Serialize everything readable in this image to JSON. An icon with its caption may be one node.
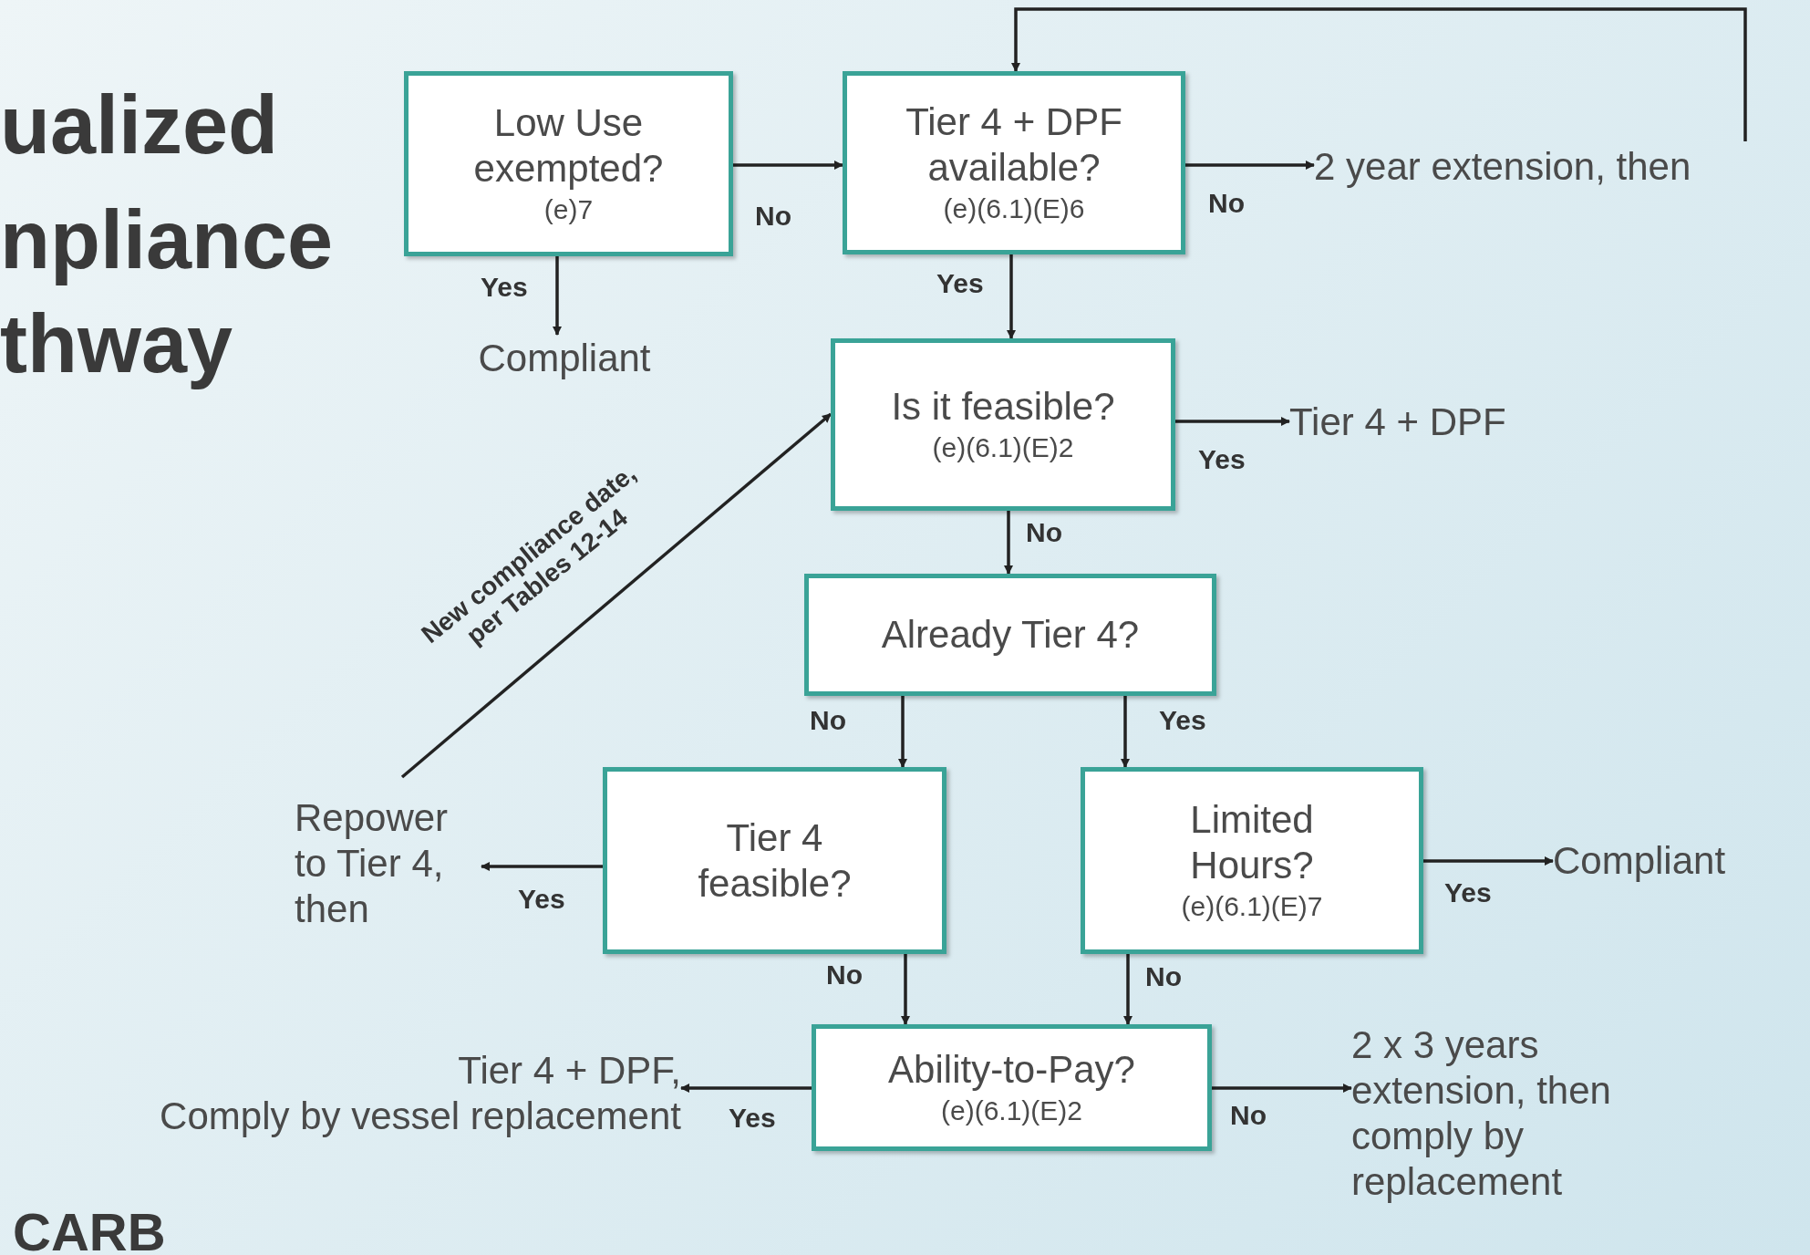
{
  "diagram": {
    "nodes": [
      {
        "text": [
          "Low Use exempted?",
          "(e)7"
        ]
      },
      {
        "text": [
          "Tier 4 + DPF available?",
          "(e)(6.1)(E)6"
        ]
      },
      {
        "text": [
          "Compliant"
        ]
      },
      {
        "text": [
          "2 year extension, then"
        ]
      },
      {
        "text": [
          "Is it feasible?",
          "(e)(6.1)(E)2"
        ]
      },
      {
        "text": [
          "Tier 4 + DPF"
        ]
      },
      {
        "text": [
          "Already Tier 4?"
        ]
      },
      {
        "text": [
          "Tier 4 feasible?"
        ]
      },
      {
        "text": [
          "Limited Hours?",
          "(e)(6.1)(E)7"
        ]
      },
      {
        "text": [
          "Repower to Tier 4, then"
        ]
      },
      {
        "text": [
          "Compliant"
        ]
      },
      {
        "text": [
          "Ability-to-Pay?",
          "(e)(6.1)(E)2"
        ]
      },
      {
        "text": [
          "Tier 4 + DPF,",
          "Comply by vessel replacement"
        ]
      },
      {
        "text": [
          "2 x 3 years extension, then comply by replacement"
        ]
      }
    ],
    "edges": [
      {
        "from": 0,
        "to": 1,
        "arrow": "to",
        "label": "No"
      },
      {
        "from": 0,
        "to": 2,
        "arrow": "to",
        "label": "Yes"
      },
      {
        "from": 1,
        "to": 3,
        "arrow": "to",
        "label": "No"
      },
      {
        "from": 3,
        "to": 1,
        "arrow": "to"
      },
      {
        "from": 1,
        "to": 4,
        "arrow": "to",
        "label": "Yes"
      },
      {
        "from": 4,
        "to": 5,
        "arrow": "to",
        "label": "Yes"
      },
      {
        "from": 4,
        "to": 6,
        "arrow": "to",
        "label": "No"
      },
      {
        "from": 6,
        "to": 7,
        "arrow": "to",
        "label": "No"
      },
      {
        "from": 6,
        "to": 8,
        "arrow": "to",
        "label": "Yes"
      },
      {
        "from": 7,
        "to": 9,
        "arrow": "to",
        "label": "Yes"
      },
      {
        "from": 8,
        "to": 10,
        "arrow": "to",
        "label": "Yes"
      },
      {
        "from": 7,
        "to": 11,
        "arrow": "to",
        "label": "No"
      },
      {
        "from": 8,
        "to": 11,
        "arrow": "to",
        "label": "No"
      },
      {
        "from": 11,
        "to": 12,
        "arrow": "to",
        "label": "Yes"
      },
      {
        "from": 11,
        "to": 13,
        "arrow": "to",
        "label": "No"
      },
      {
        "from": 9,
        "to": 4,
        "arrow": "to",
        "label": "New compliance date, per Tables 12-14"
      }
    ],
    "labels": [
      "ualized",
      "npliance",
      "thway",
      "CARB"
    ]
  }
}
